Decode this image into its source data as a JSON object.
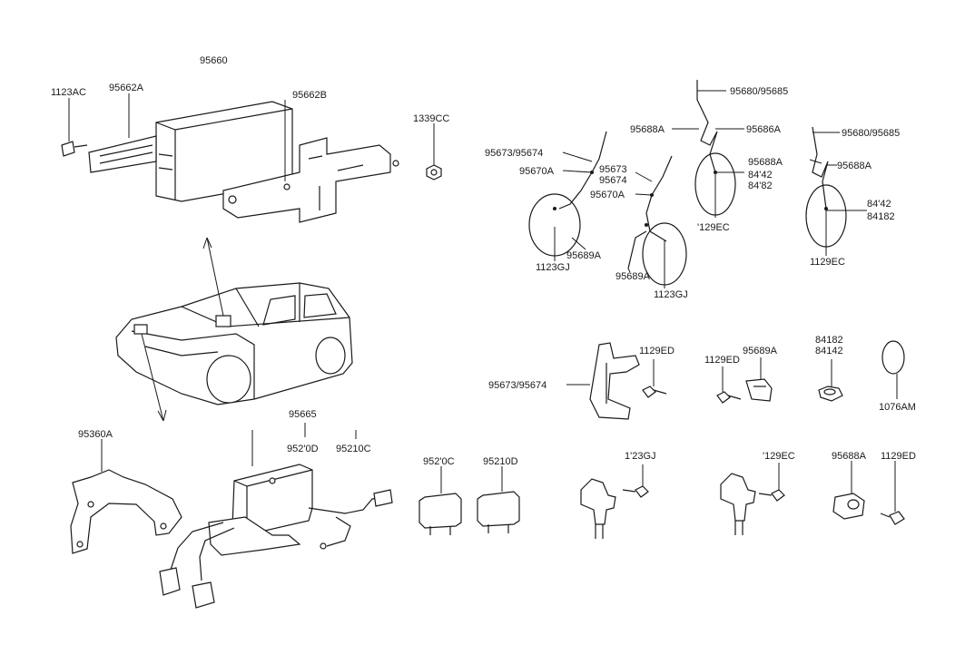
{
  "labels": {
    "l95660": "95660",
    "l1123AC": "1123AC",
    "l95662A": "95662A",
    "l95662B": "95662B",
    "l1339CC": "1339CC",
    "l95680_95685_a": "95680/95685",
    "l95688A_a": "95688A",
    "l95686A": "95686A",
    "l95680_95685_b": "95680/95685",
    "l95673_95674_top": "95673/95674",
    "l95670A_a": "95670A",
    "l95673": "95673",
    "l95674": "95674",
    "l95670A_b": "95670A",
    "l95688A_b": "95688A",
    "l95688A_c": "95688A",
    "l84142_a": "84'42",
    "l84182_a": "84'82",
    "l84142_b": "84'42",
    "l84182_b": "84182",
    "l1129EC_a": "'129EC",
    "l1129EC_b": "1129EC",
    "l1123GJ_a": "1123GJ",
    "l95689A_a": "95689A",
    "l95689A_b": "95689A",
    "l1123GJ_b": "1123GJ",
    "l1129ED_a": "1129ED",
    "l1129ED_b": "1129ED",
    "l95689A_c": "95689A",
    "l84182_c": "84182",
    "l84142_c": "84142",
    "l95673_95674_mid": "95673/95674",
    "l1076AM": "1076AM",
    "l95360A": "95360A",
    "l95665": "95665",
    "l95210D_a": "952'0D",
    "l95210C_a": "95210C",
    "l95210C_b": "952'0C",
    "l95210D_b": "95210D",
    "l1123GJ_c": "1'23GJ",
    "l1129EC_c": "'129EC",
    "l95688A_d": "95688A",
    "l1129ED_c": "1129ED"
  }
}
